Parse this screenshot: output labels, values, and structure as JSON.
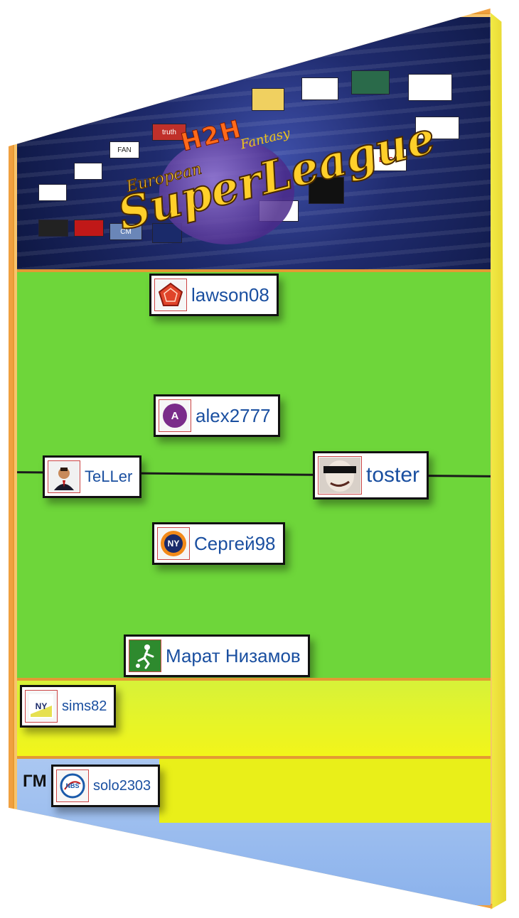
{
  "banner": {
    "h2h": "H2H",
    "fantasy": "Fantasy",
    "european": "European",
    "superleague": "SuperLeague",
    "sponsor_logos": [
      "truth",
      "BTS",
      "FAN",
      "CM"
    ]
  },
  "formation": {
    "players": [
      {
        "id": "gk",
        "name": "lawson08",
        "avatar_icon": "pentagon-crest-icon"
      },
      {
        "id": "cm",
        "name": "alex2777",
        "avatar_icon": "letter-a-badge-icon",
        "avatar_letter": "A"
      },
      {
        "id": "lw",
        "name": "TeLLer",
        "avatar_icon": "man-portrait-icon"
      },
      {
        "id": "rw",
        "name": "toster",
        "avatar_icon": "masked-face-icon"
      },
      {
        "id": "am",
        "name": "Сергей98",
        "avatar_icon": "ny-team-logo-icon",
        "avatar_text": "NY"
      },
      {
        "id": "st",
        "name": "Марат Низамов",
        "avatar_icon": "soccer-player-icon"
      }
    ]
  },
  "bench": {
    "players": [
      {
        "name": "sims82",
        "avatar_icon": "ny-team-logo-icon",
        "avatar_text": "NY"
      }
    ]
  },
  "gm": {
    "label": "ГМ",
    "player": {
      "name": "solo2303",
      "avatar_icon": "nbs-logo-icon",
      "avatar_text": "NBS"
    }
  },
  "colors": {
    "frame": "#f0a040",
    "pitch": "#6ed63a",
    "bench": "#f2f51a",
    "gm": "#8bb2ec",
    "name_text": "#1a4fa0"
  }
}
